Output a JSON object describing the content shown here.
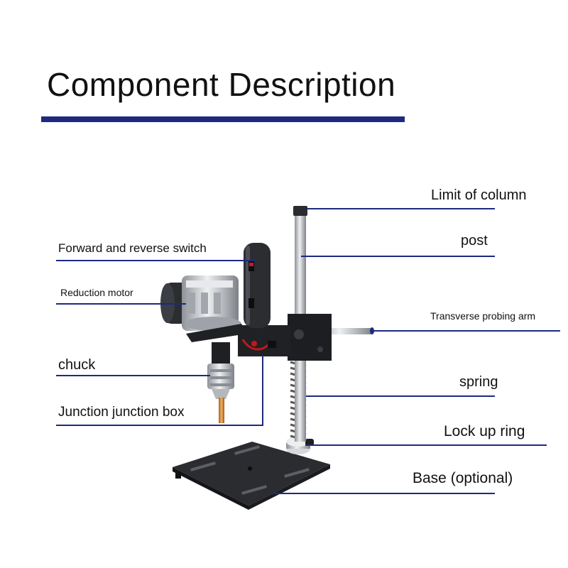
{
  "title": "Component Description",
  "colors": {
    "accent": "#1e2a7e",
    "text": "#111111",
    "metal": "#c9ccd1",
    "black": "#222427"
  },
  "labels": {
    "limit_of_column": "Limit of column",
    "post": "post",
    "forward_reverse_switch": "Forward and reverse switch",
    "reduction_motor": "Reduction motor",
    "transverse_arm": "Transverse probing arm",
    "chuck": "chuck",
    "spring": "spring",
    "junction_box": "Junction junction box",
    "lock_ring": "Lock up ring",
    "base": "Base (optional)"
  }
}
